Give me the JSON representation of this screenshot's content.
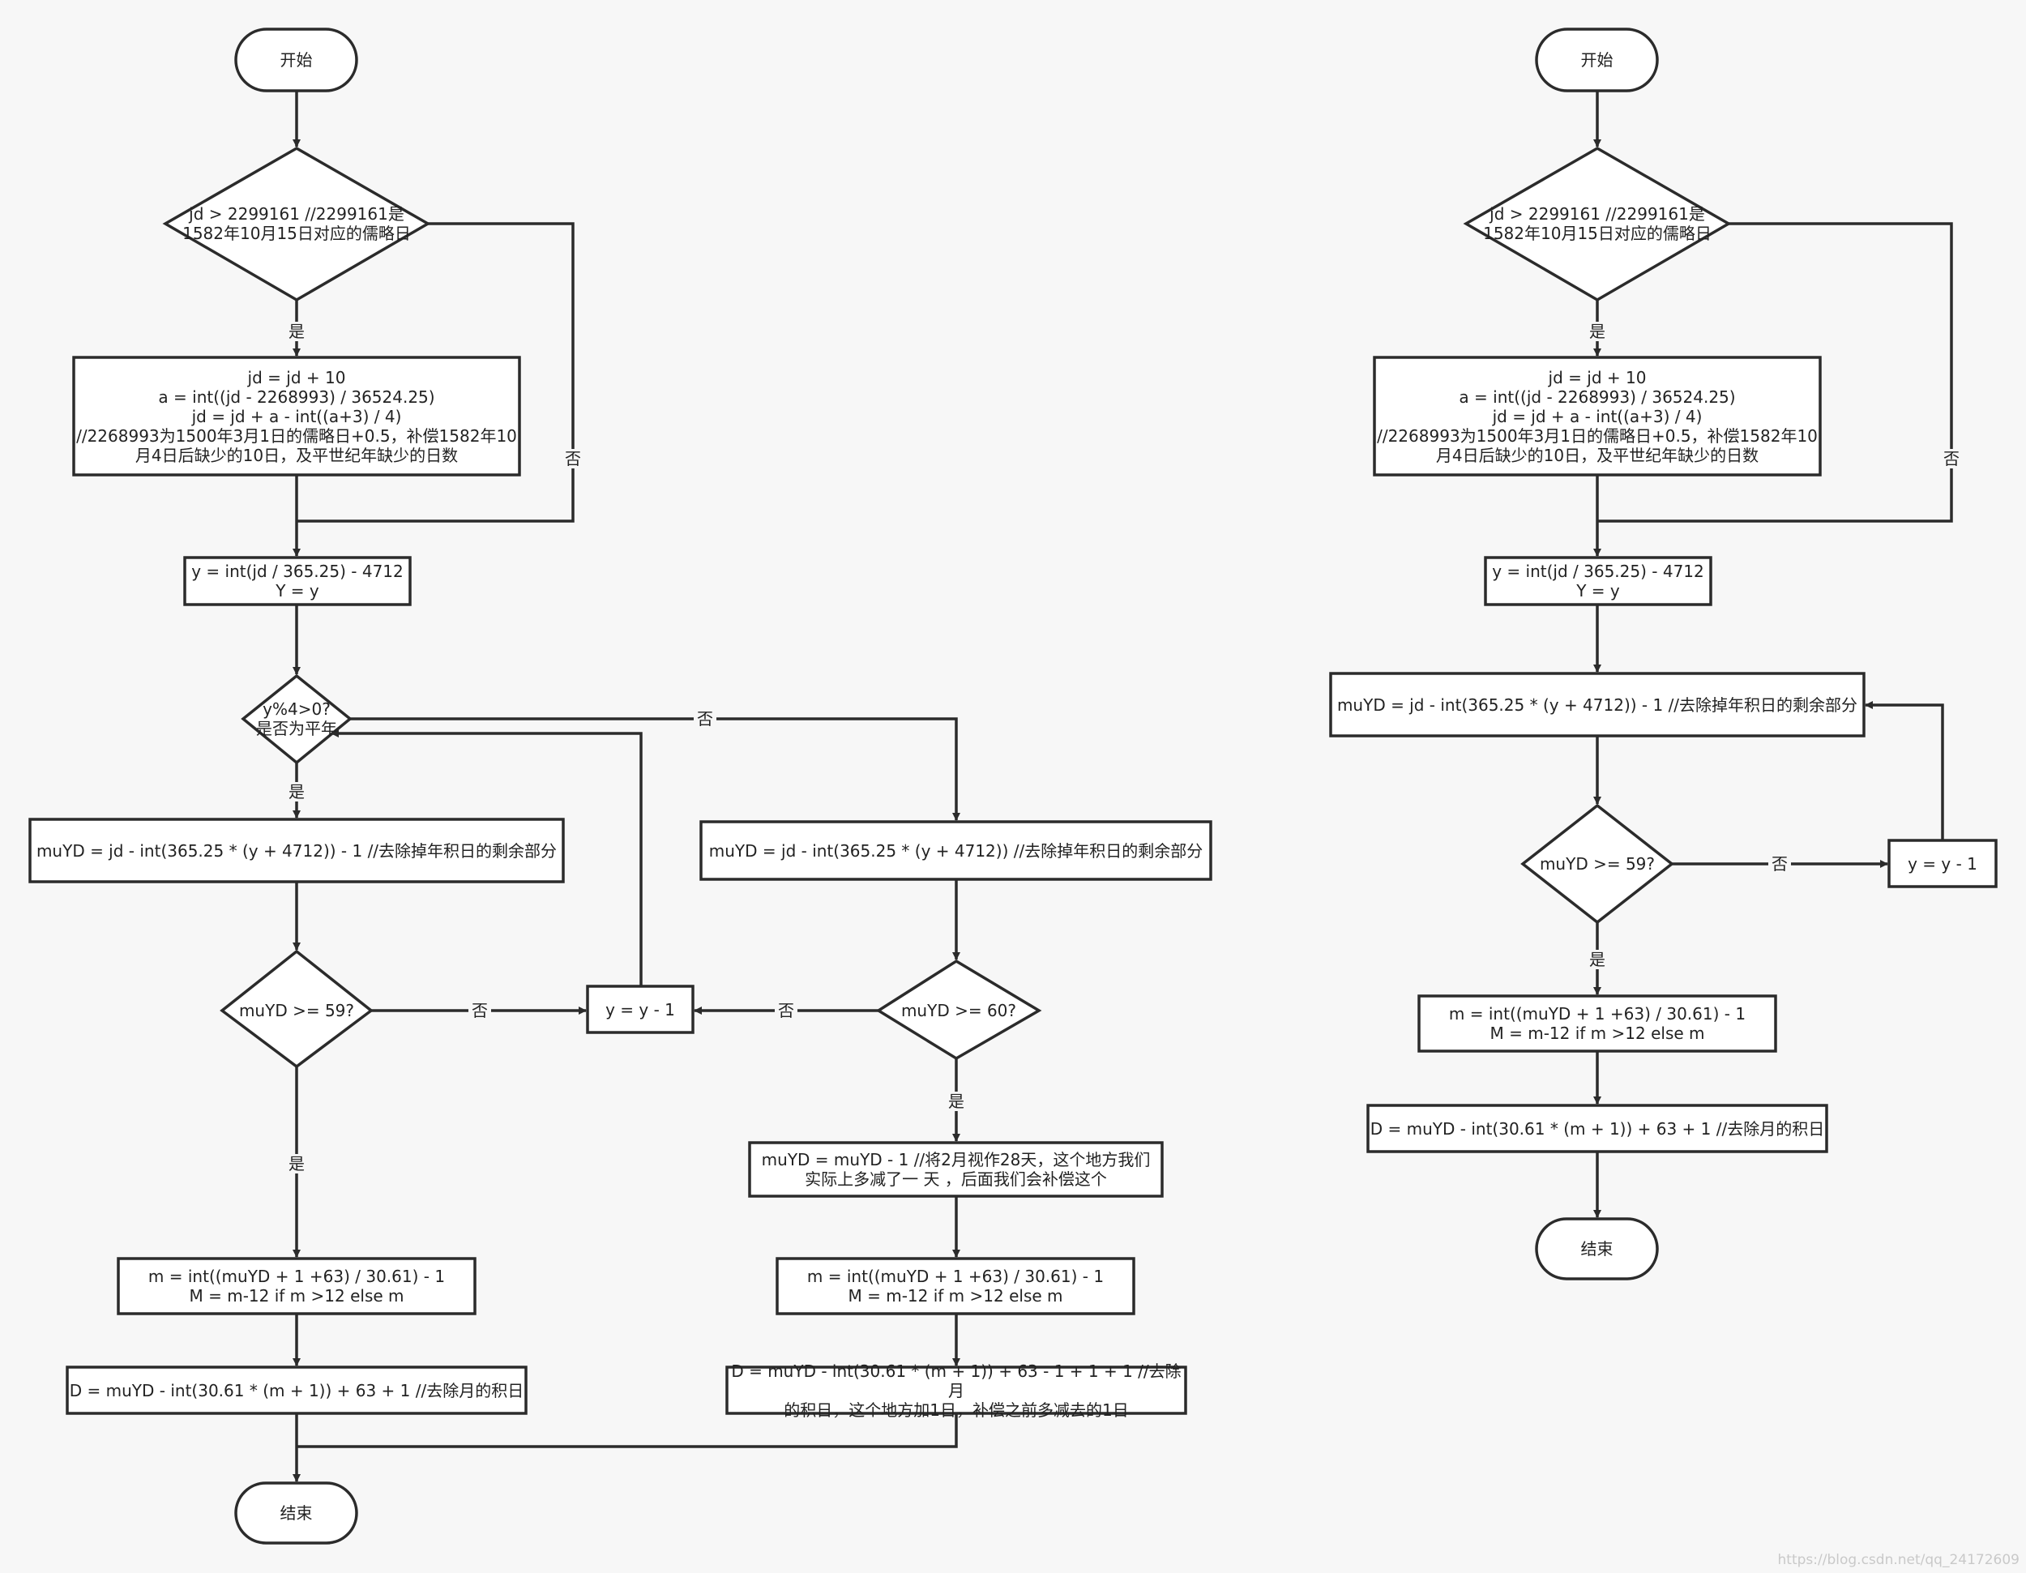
{
  "left": {
    "start": "开始",
    "cond_jd": "jd > 2299161   //2299161是\n1582年10月15日对应的儒略日",
    "adjust_jd": "jd = jd + 10\na = int((jd - 2268993) / 36524.25)\njd = jd + a - int((a+3) / 4)\n//2268993为1500年3月1日的儒略日+0.5，补偿1582年10\n月4日后缺少的10日，及平世纪年缺少的日数",
    "compute_y": "y = int(jd / 365.25) - 4712\nY = y",
    "cond_leap": "y%4>0?\n是否为平年",
    "muyd_common": "muYD = jd - int(365.25 * (y + 4712)) - 1   //去除掉年积日的剩余部分",
    "muyd_leap": "muYD = jd - int(365.25 * (y + 4712))   //去除掉年积日的剩余部分",
    "cond_59": "muYD >= 59?",
    "cond_60": "muYD >= 60?",
    "y_minus": "y = y - 1",
    "muyd_minus": "muYD = muYD - 1  //将2月视作28天，这个地方我们\n实际上多减了一 天 ，后面我们会补偿这个",
    "m_common": "m = int((muYD + 1 +63) / 30.61) - 1\nM = m-12 if m >12 else m",
    "m_leap": "m = int((muYD + 1 +63) / 30.61) - 1\nM = m-12 if m >12 else m",
    "d_common": "D = muYD - int(30.61 * (m + 1)) + 63 + 1  //去除月的积日",
    "d_leap": "D = muYD - int(30.61 * (m + 1)) + 63 - 1 + 1 + 1  //去除月\n的积日，这个地方加1日，补偿之前多减去的1日",
    "end": "结束"
  },
  "right": {
    "start": "开始",
    "cond_jd": "jd > 2299161   //2299161是\n1582年10月15日对应的儒略日",
    "adjust_jd": "jd = jd + 10\na = int((jd - 2268993) / 36524.25)\njd = jd + a - int((a+3) / 4)\n//2268993为1500年3月1日的儒略日+0.5，补偿1582年10\n月4日后缺少的10日，及平世纪年缺少的日数",
    "compute_y": "y = int(jd / 365.25) - 4712\nY = y",
    "muyd": "muYD = jd - int(365.25 * (y + 4712)) - 1   //去除掉年积日的剩余部分",
    "cond_59": "muYD >= 59?",
    "y_minus": "y = y - 1",
    "m": "m = int((muYD + 1 +63) / 30.61) - 1\nM = m-12 if m >12 else m",
    "d": "D = muYD - int(30.61 * (m + 1)) + 63 + 1  //去除月的积日",
    "end": "结束"
  },
  "labels": {
    "yes": "是",
    "no": "否"
  },
  "watermark": "https://blog.csdn.net/qq_24172609"
}
